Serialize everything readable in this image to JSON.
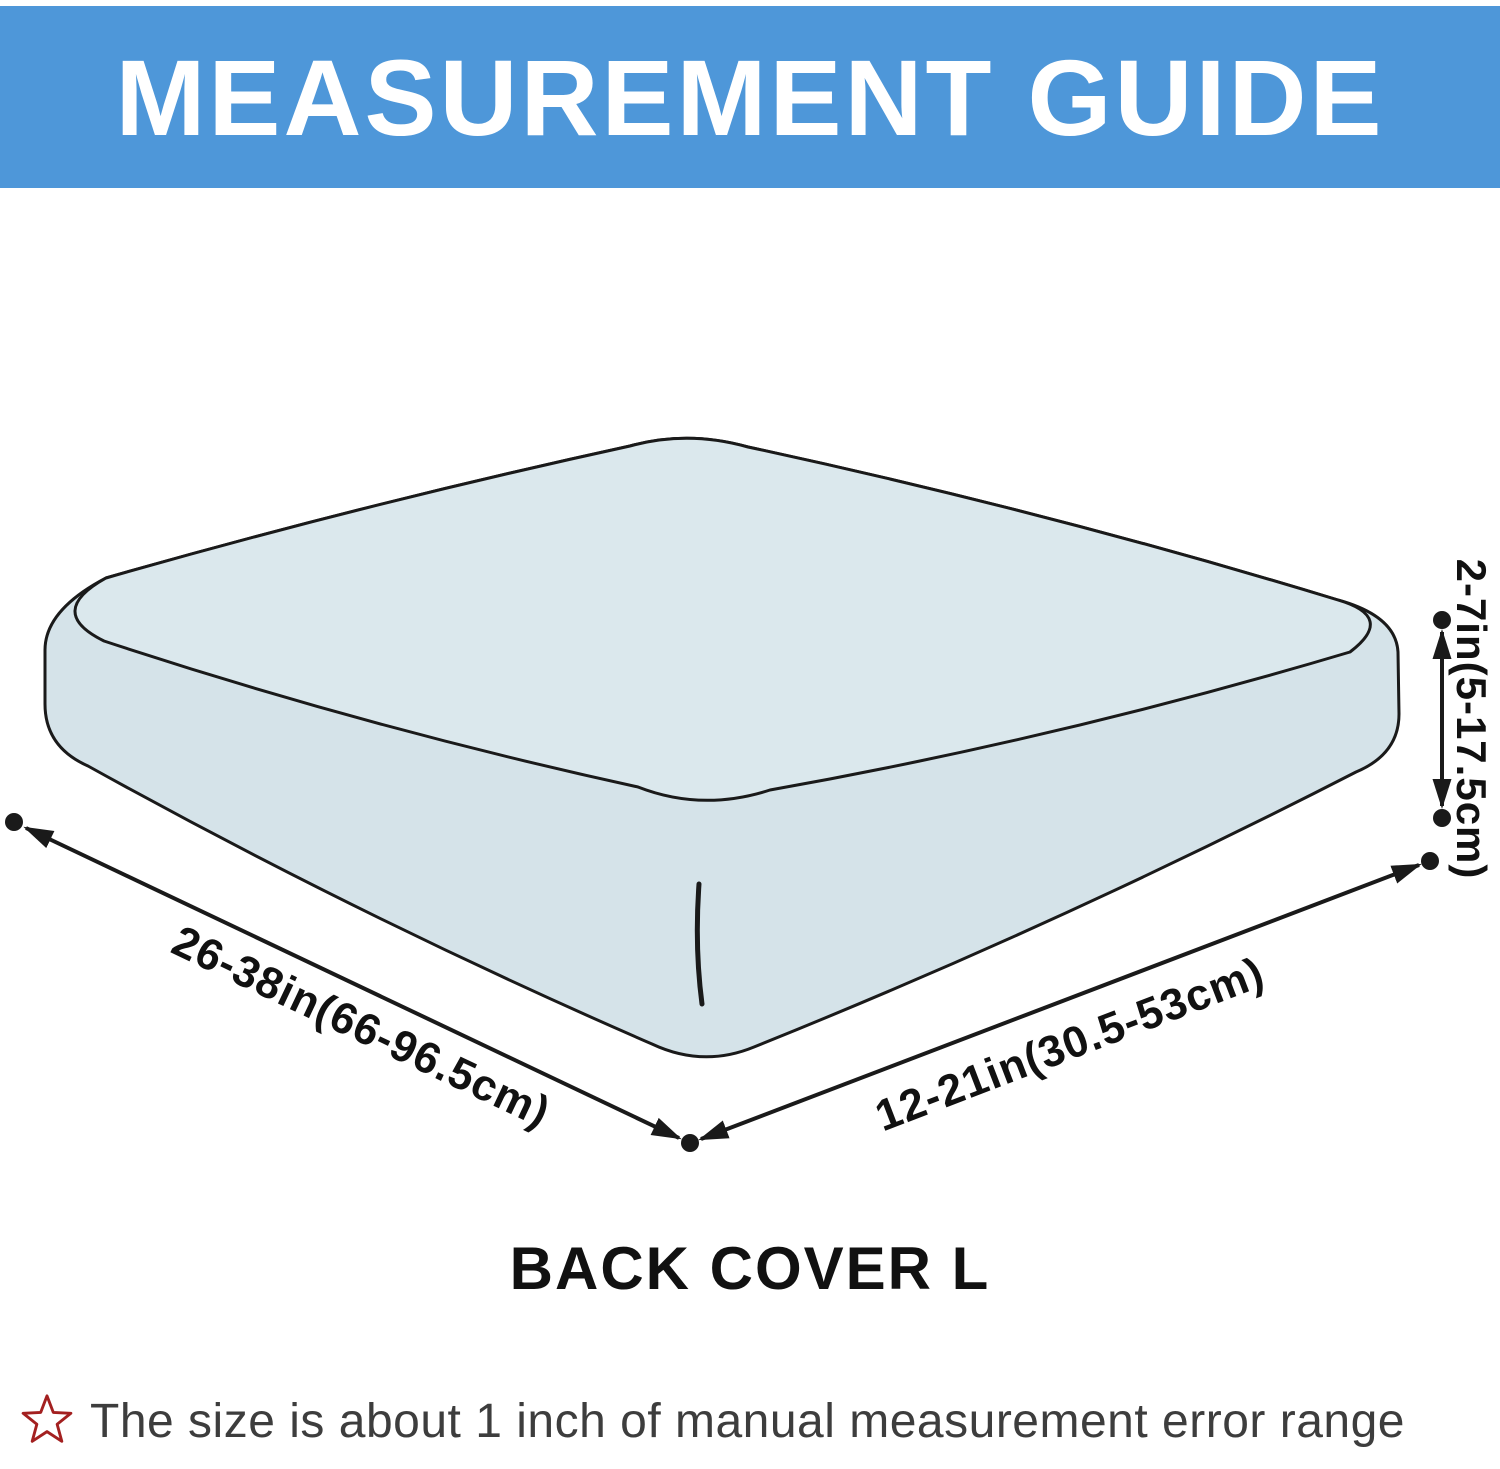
{
  "header": {
    "title": "MEASUREMENT GUIDE",
    "bg_color": "#4e97d9",
    "text_color": "#ffffff"
  },
  "diagram": {
    "product_name": "BACK COVER L",
    "cushion_top_fill": "#dbe8ed",
    "cushion_side_fill": "#d5e3e9",
    "line_color": "#1a1a1a",
    "measurements": {
      "width_label": "26-38in(66-96.5cm)",
      "depth_label": "12-21in(30.5-53cm)",
      "height_label": "2-7in(5-17.5cm)"
    }
  },
  "footer": {
    "star_icon": "star-outline-icon",
    "star_color": "#a32020",
    "note_text": "The size is about 1 inch of manual measurement error range",
    "note_color": "#3d3d3d"
  }
}
